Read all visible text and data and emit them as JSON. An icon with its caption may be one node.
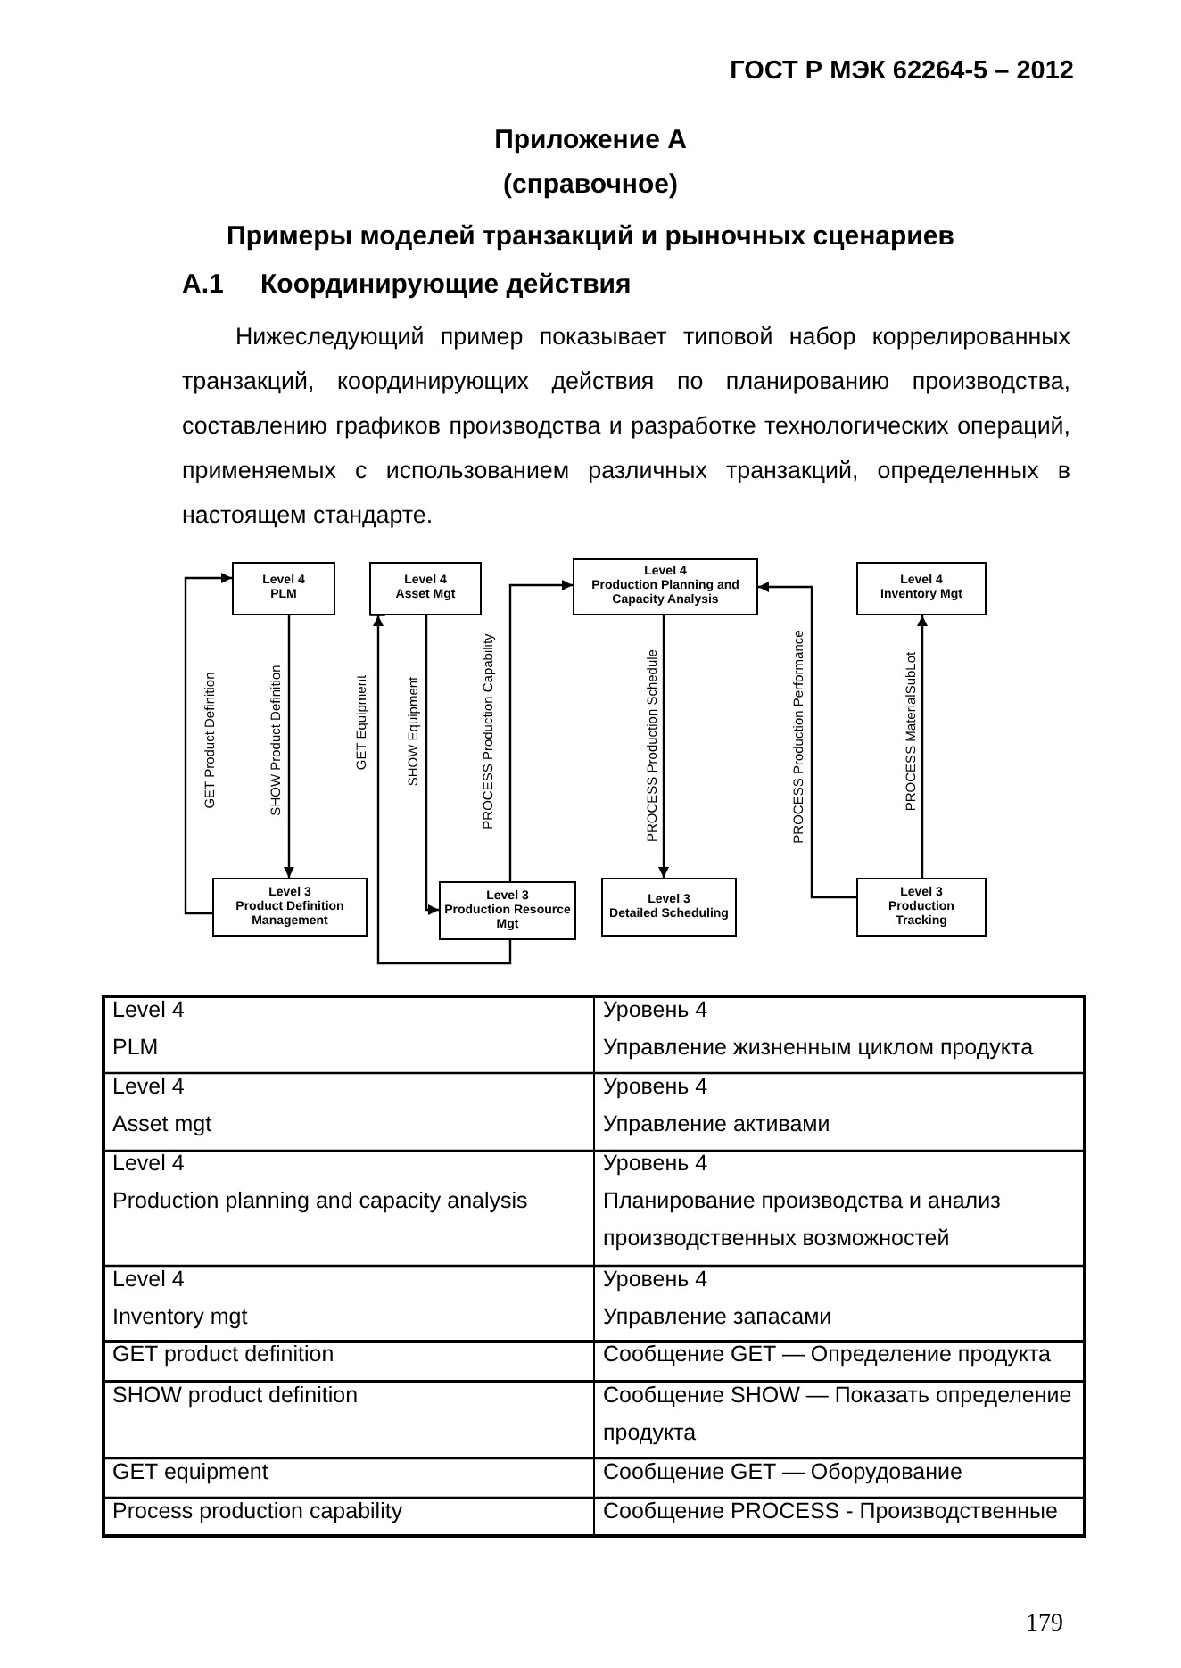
{
  "diagram": {
    "title": "Приложение А",
    "nodes": [
      {
        "text": [
          "Level 4",
          "PLM"
        ]
      },
      {
        "text": [
          "Level 4",
          "Asset Mgt"
        ]
      },
      {
        "text": [
          "Level 4",
          "Production Planning and Capacity Analysis"
        ]
      },
      {
        "text": [
          "Level 4",
          "Inventory Mgt"
        ]
      },
      {
        "text": [
          "Level 3",
          "Product Definition Management"
        ]
      },
      {
        "text": [
          "Level 3",
          "Production Resource Mgt"
        ]
      },
      {
        "text": [
          "Level 3",
          "Detailed Scheduling"
        ]
      },
      {
        "text": [
          "Level 3",
          "Production Tracking"
        ]
      }
    ],
    "edges": [
      {
        "from": 4,
        "to": 0,
        "arrow": "to",
        "label": "GET  Product Definition"
      },
      {
        "from": 0,
        "to": 4,
        "arrow": "to",
        "label": "SHOW  Product Definition"
      },
      {
        "from": 5,
        "to": 1,
        "arrow": "to",
        "label": "GET Equipment"
      },
      {
        "from": 1,
        "to": 5,
        "arrow": "to",
        "label": "SHOW Equipment"
      },
      {
        "from": 5,
        "to": 2,
        "arrow": "to",
        "label": "PROCESS Production Capability"
      },
      {
        "from": 2,
        "to": 6,
        "arrow": "to",
        "label": "PROCESS Production Schedule"
      },
      {
        "from": 7,
        "to": 2,
        "arrow": "to",
        "label": "PROCESS Production Performance"
      },
      {
        "from": 7,
        "to": 3,
        "arrow": "to",
        "label": "PROCESS MaterialSubLot"
      }
    ],
    "labels": [
      "ГОСТ Р МЭК 62264-5 – 2012",
      "(справочное)",
      "Примеры моделей транзакций и рыночных сценариев",
      "А.1",
      "Координирующие действия",
      "Нижеследующий пример показывает типовой набор коррелированных транзакций, координирующих действия по планированию производства, составлению графиков производства и разработке технологических операций, применяемых с использованием различных транзакций, определенных в настоящем стандарте.",
      "Level 4",
      "PLM",
      "Уровень 4",
      "Управление жизненным циклом продукта",
      "Level 4",
      "Asset mgt",
      "Уровень 4",
      "Управление активами",
      "Level 4",
      "Production planning and capacity analysis",
      "Уровень 4",
      "Планирование производства и анализ производственных возможностей",
      "Level 4",
      "Inventory mgt",
      "Уровень 4",
      "Управление запасами",
      "GET product definition",
      "Сообщение GET — Определение продукта",
      "SHOW product definition",
      "Сообщение SHOW — Показать определение продукта",
      "GET equipment",
      "Сообщение GET — Оборудование",
      "Process production capability",
      "Сообщение PROCESS - Производственные",
      "179"
    ]
  }
}
